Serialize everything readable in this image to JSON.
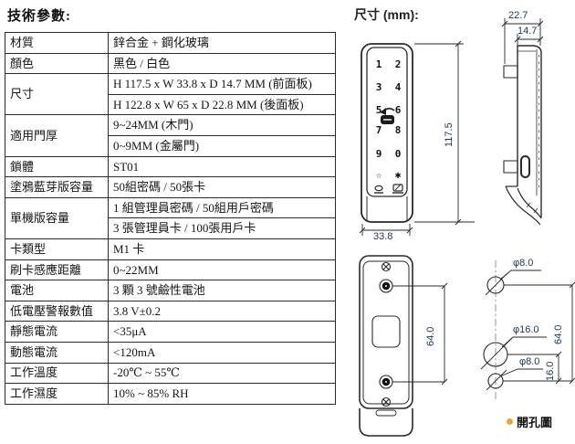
{
  "titles": {
    "left": "技術參數:",
    "right": "尺寸 (mm):"
  },
  "spec_table": {
    "rows": [
      {
        "label": "材質",
        "values": [
          "鋅合金 + 鋼化玻璃"
        ]
      },
      {
        "label": "顏色",
        "values": [
          "黑色 / 白色"
        ]
      },
      {
        "label": "尺寸",
        "values": [
          "H 117.5 x W 33.8 x D 14.7 MM (前面板)",
          "H 122.8 x W 65 x D 22.8 MM (後面板)"
        ]
      },
      {
        "label": "適用門厚",
        "values": [
          "9~24MM (木門)",
          "0~9MM (金屬門)"
        ]
      },
      {
        "label": "鎖體",
        "values": [
          "ST01"
        ]
      },
      {
        "label": "塗鴉藍芽版容量",
        "values": [
          "50組密碼 / 50張卡"
        ]
      },
      {
        "label": "單機版容量",
        "values": [
          "1 組管理員密碼 / 50組用戶密碼",
          "3 張管理員卡 / 100張用戶卡"
        ]
      },
      {
        "label": "卡類型",
        "values": [
          "M1 卡"
        ]
      },
      {
        "label": "刷卡感應距離",
        "values": [
          "0~22MM"
        ]
      },
      {
        "label": "電池",
        "values": [
          "3 顆 3 號鹼性電池"
        ]
      },
      {
        "label": "低電壓警報數值",
        "values": [
          "3.8 V±0.2"
        ]
      },
      {
        "label": "靜態電流",
        "values": [
          "<35μA"
        ]
      },
      {
        "label": "動態電流",
        "values": [
          "<120mA"
        ]
      },
      {
        "label": "工作溫度",
        "values": [
          "-20℃ ~ 55℃"
        ]
      },
      {
        "label": "工作濕度",
        "values": [
          "10% ~ 85% RH"
        ]
      }
    ]
  },
  "front_view": {
    "keys": [
      "1",
      "2",
      "3",
      "4",
      "5",
      "6",
      "7",
      "8",
      "9",
      "0",
      "☆",
      "✱"
    ],
    "dim_height": "117.5",
    "dim_width": "33.8"
  },
  "side_view": {
    "dim_total_depth": "22.7",
    "dim_front_depth": "14.7"
  },
  "back_view": {
    "dim_hole_spacing": "64.0"
  },
  "drill_diagram": {
    "dim_top_hole": "φ8.0",
    "dim_middle_hole": "φ16.0",
    "dim_bottom_hole": "φ8.0",
    "dim_span": "64.0",
    "dim_lower_span": "16.0",
    "caption": "開孔圖"
  },
  "colors": {
    "dim_text": "#1f3864",
    "bullet": "#f0a432",
    "line": "#2a2a2a"
  }
}
